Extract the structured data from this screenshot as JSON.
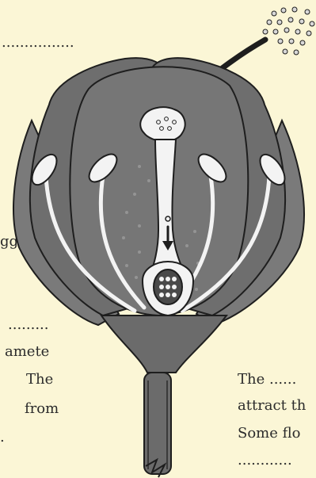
{
  "text_fragments": {
    "top_dots": "................",
    "left_egg": "gg",
    "left_dots": ".........",
    "left_gamete": "amete",
    "left_the": "The",
    "left_from": "from",
    "left_period": ".",
    "right_line1": "The ......",
    "right_line2": "attract th",
    "right_line3": "Some flo",
    "right_line4": "............"
  },
  "colors": {
    "background": "#fbf6d6",
    "petal_fill": "#7a7a7a",
    "petal_dark": "#4a4a4a",
    "structure_white": "#f3f3f3",
    "receptacle_fill": "#6b6b6b",
    "stroke": "#1e1e1e",
    "pollen": "#d9d9d9"
  },
  "icons": {
    "arrow": "pollen-arrow",
    "pollen": "pollen-grains"
  }
}
